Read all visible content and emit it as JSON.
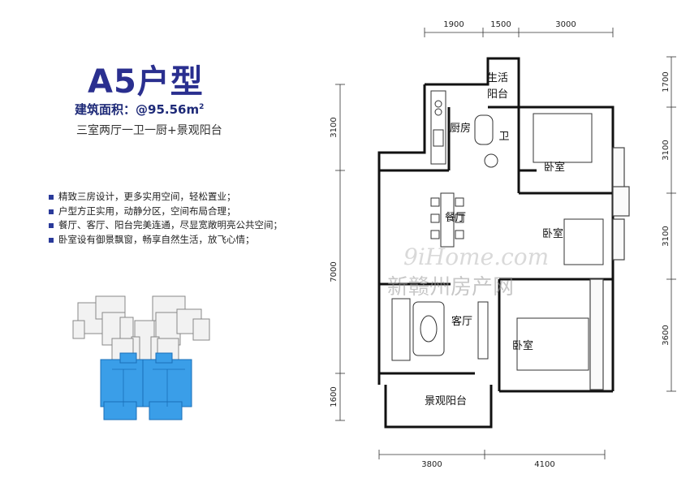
{
  "title": "A5户型",
  "area": {
    "label": "建筑面积：",
    "symbol": "@",
    "value": "95.56m",
    "superscript": "2"
  },
  "layout": "三室两厅一卫一厨+景观阳台",
  "features": [
    "精致三房设计，更多实用空间，轻松置业；",
    "户型方正实用，动静分区，空间布局合理；",
    "餐厅、客厅、阳台完美连通，尽显宽敞明亮公共空间；",
    "卧室设有御景飘窗，畅享自然生活，放飞心情；"
  ],
  "rooms": {
    "service_balcony_1": "生活",
    "service_balcony_2": "阳台",
    "kitchen": "厨房",
    "bathroom": "卫",
    "bedroom_1": "卧室",
    "dining": "餐厅",
    "bedroom_2": "卧室",
    "living": "客厅",
    "bedroom_3": "卧室",
    "view_balcony": "景观阳台"
  },
  "dimensions": {
    "top": [
      "1900",
      "1500",
      "3000"
    ],
    "bottom": [
      "3800",
      "4100"
    ],
    "left": [
      "3100",
      "7000",
      "1600"
    ],
    "right": [
      "1700",
      "3100",
      "3100",
      "3600"
    ]
  },
  "watermark": {
    "latin": "9iHome.com",
    "cjk": "新赣州房产网"
  },
  "colors": {
    "title": "#2a2f8f",
    "unit_highlight": "#3a9ee8",
    "wall": "#111111"
  }
}
